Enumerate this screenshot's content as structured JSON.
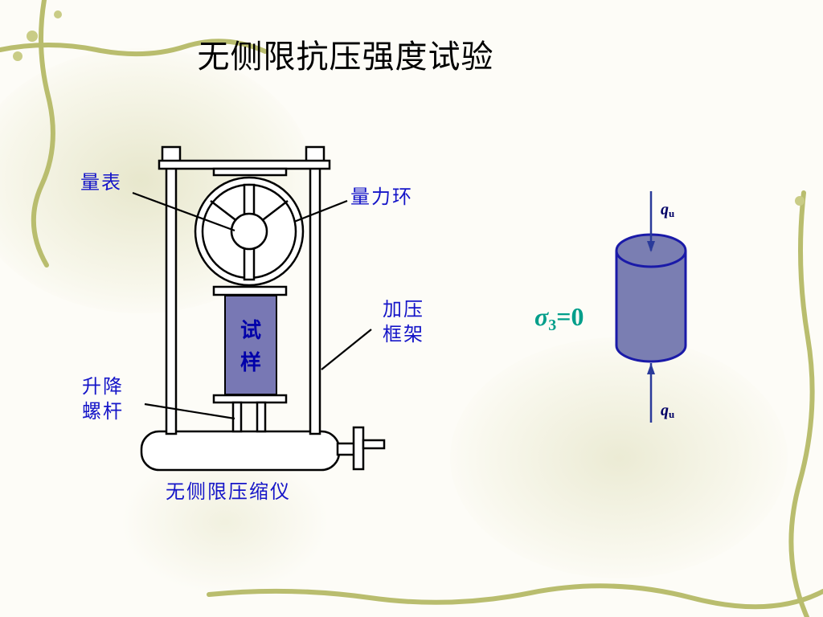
{
  "slide": {
    "title": "无侧限抗压强度试验"
  },
  "apparatus": {
    "gauge_label": "量表",
    "ring_label": "量力环",
    "frame_label_line1": "加压",
    "frame_label_line2": "框架",
    "sample_label_line1": "试",
    "sample_label_line2": "样",
    "screw_label_line1": "升降",
    "screw_label_line2": "螺杆",
    "device_label": "无侧限压缩仪"
  },
  "stress_diagram": {
    "top_load_symbol": "q",
    "top_load_subscript": "u",
    "bottom_load_symbol": "q",
    "bottom_load_subscript": "u",
    "confining_symbol": "σ",
    "confining_subscript": "3",
    "confining_value": "=0"
  },
  "colors": {
    "label_blue": "#1515c8",
    "sample_fill": "#7878b4",
    "cylinder_fill": "#7a7eb2",
    "cylinder_stroke": "#1a1aa8",
    "arrow_blue": "#2a3a9a",
    "sigma_green": "#009e8a",
    "frame_outline": "#000000"
  }
}
